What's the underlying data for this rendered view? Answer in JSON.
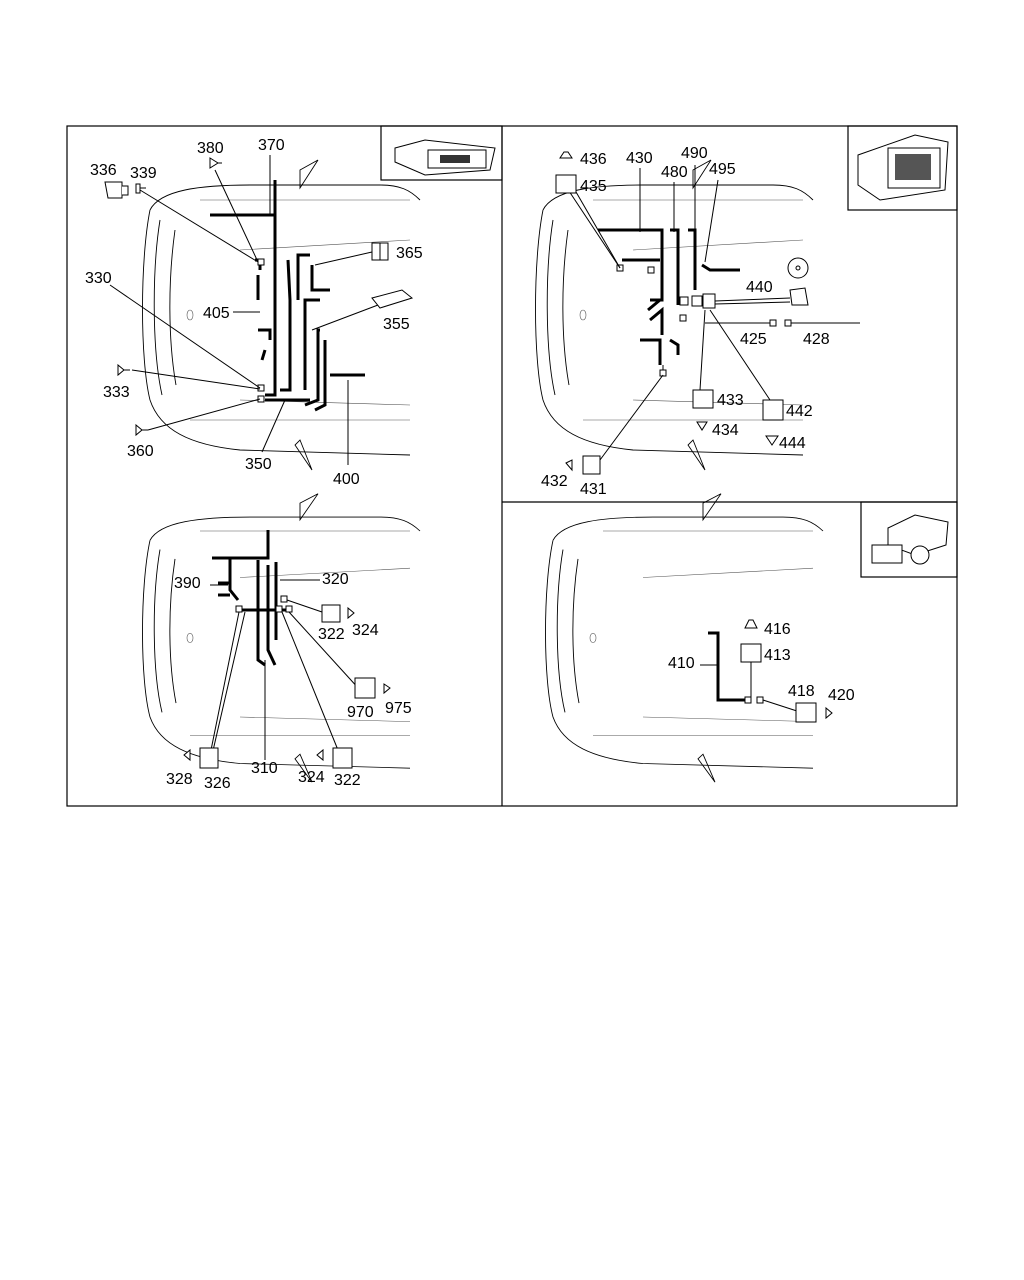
{
  "panels": {
    "top_left": {
      "labels": [
        "380",
        "370",
        "336",
        "339",
        "365",
        "330",
        "405",
        "355",
        "333",
        "360",
        "350",
        "400"
      ],
      "thumbnail_icon": "radio-unit-icon"
    },
    "top_right": {
      "labels": [
        "436",
        "430",
        "490",
        "495",
        "480",
        "435",
        "440",
        "425",
        "428",
        "433",
        "434",
        "442",
        "444",
        "432",
        "431"
      ],
      "thumbnail_icon": "navigation-unit-icon"
    },
    "bottom_left": {
      "labels": [
        "390",
        "320",
        "322",
        "324",
        "970",
        "975",
        "328",
        "326",
        "310",
        "324",
        "322"
      ]
    },
    "bottom_right": {
      "labels": [
        "416",
        "413",
        "410",
        "418",
        "420"
      ],
      "thumbnail_icon": "cd-changer-icon"
    }
  }
}
